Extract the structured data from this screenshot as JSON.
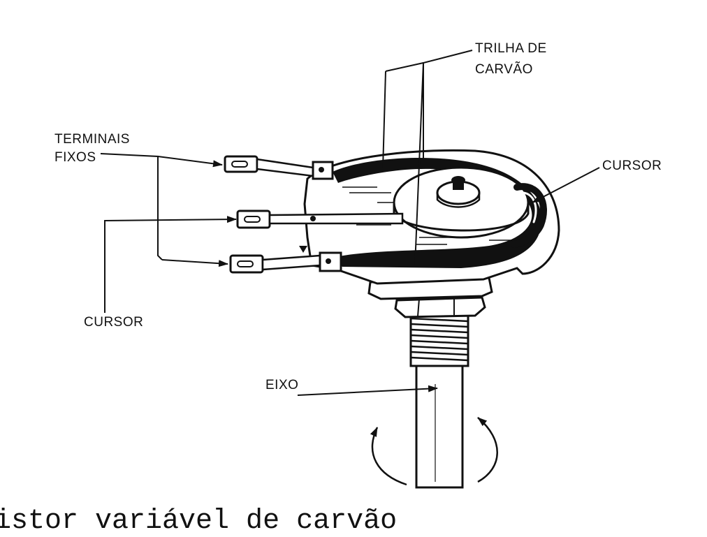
{
  "labels": {
    "trilha_line1": "TRILHA  DE",
    "trilha_line2": "CARVÃO",
    "terminais_line1": "TERMINAIS",
    "terminais_line2": "FIXOS",
    "cursor_right": "CURSOR",
    "cursor_left": "CURSOR",
    "eixo": "EIXO"
  },
  "caption": "istor variável de carvão"
}
